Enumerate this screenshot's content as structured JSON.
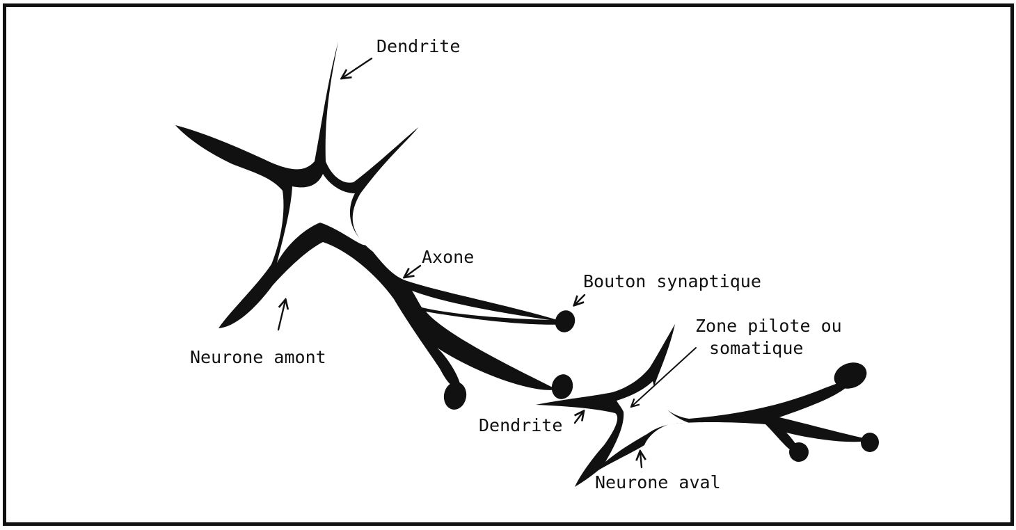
{
  "labels": {
    "dendrite_top": "Dendrite",
    "neurone_amont": "Neurone amont",
    "axone": "Axone",
    "bouton_synaptique": "Bouton synaptique",
    "zone_pilote_line1": "Zone pilote ou",
    "zone_pilote_line2": "somatique",
    "dendrite_bottom": "Dendrite",
    "neurone_aval": "Neurone aval"
  },
  "colors": {
    "ink": "#111111",
    "paper": "#ffffff"
  }
}
